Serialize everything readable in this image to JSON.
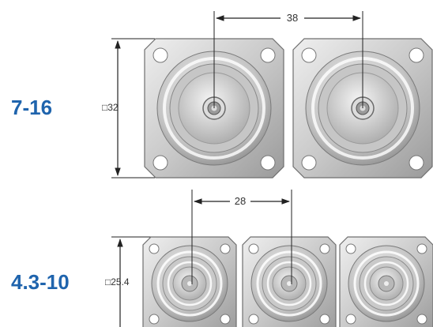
{
  "connectors": [
    {
      "label": "7-16",
      "square_dimension": "□32",
      "pitch_dimension": "38",
      "count": 2
    },
    {
      "label": "4.3-10",
      "square_dimension": "□25.4",
      "pitch_dimension": "28",
      "count": 3
    }
  ],
  "colors": {
    "label": "#1f64ad",
    "line": "#222222",
    "flange_light": "#e2e2e2",
    "flange_dark": "#8a8a8a"
  }
}
